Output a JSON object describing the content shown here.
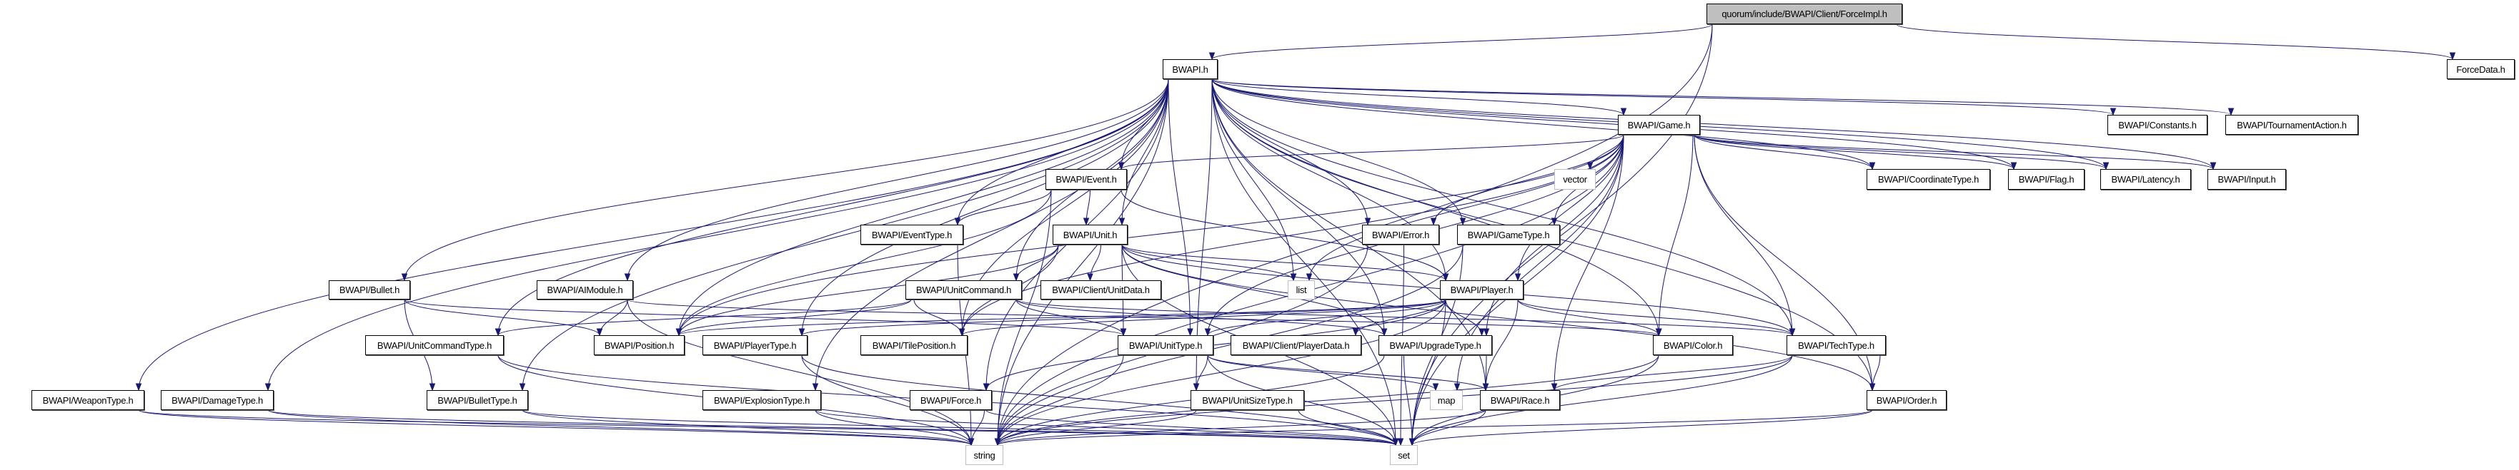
{
  "graph": {
    "edge_color": "#191970",
    "root_fill": "#bfbfbf",
    "system_border": "#bfbfbf",
    "nodes": [
      {
        "id": "ForceImpl",
        "label": "quorum/include/BWAPI/Client/ForceImpl.h",
        "kind": "root"
      },
      {
        "id": "BWAPI",
        "label": "BWAPI.h",
        "kind": "file"
      },
      {
        "id": "ForceData",
        "label": "ForceData.h",
        "kind": "file"
      },
      {
        "id": "Game",
        "label": "BWAPI/Game.h",
        "kind": "file"
      },
      {
        "id": "Constants",
        "label": "BWAPI/Constants.h",
        "kind": "file"
      },
      {
        "id": "TournamentAction",
        "label": "BWAPI/TournamentAction.h",
        "kind": "file"
      },
      {
        "id": "Event",
        "label": "BWAPI/Event.h",
        "kind": "file"
      },
      {
        "id": "vector",
        "label": "vector",
        "kind": "system"
      },
      {
        "id": "CoordinateType",
        "label": "BWAPI/CoordinateType.h",
        "kind": "file"
      },
      {
        "id": "Flag",
        "label": "BWAPI/Flag.h",
        "kind": "file"
      },
      {
        "id": "Latency",
        "label": "BWAPI/Latency.h",
        "kind": "file"
      },
      {
        "id": "Input",
        "label": "BWAPI/Input.h",
        "kind": "file"
      },
      {
        "id": "EventType",
        "label": "BWAPI/EventType.h",
        "kind": "file"
      },
      {
        "id": "Unit",
        "label": "BWAPI/Unit.h",
        "kind": "file"
      },
      {
        "id": "Error",
        "label": "BWAPI/Error.h",
        "kind": "file"
      },
      {
        "id": "GameType",
        "label": "BWAPI/GameType.h",
        "kind": "file"
      },
      {
        "id": "Bullet",
        "label": "BWAPI/Bullet.h",
        "kind": "file"
      },
      {
        "id": "AIModule",
        "label": "BWAPI/AIModule.h",
        "kind": "file"
      },
      {
        "id": "UnitCommand",
        "label": "BWAPI/UnitCommand.h",
        "kind": "file"
      },
      {
        "id": "UnitData",
        "label": "BWAPI/Client/UnitData.h",
        "kind": "file"
      },
      {
        "id": "list",
        "label": "list",
        "kind": "system"
      },
      {
        "id": "Player",
        "label": "BWAPI/Player.h",
        "kind": "file"
      },
      {
        "id": "UnitCommandType",
        "label": "BWAPI/UnitCommandType.h",
        "kind": "file"
      },
      {
        "id": "Position",
        "label": "BWAPI/Position.h",
        "kind": "file"
      },
      {
        "id": "PlayerType",
        "label": "BWAPI/PlayerType.h",
        "kind": "file"
      },
      {
        "id": "TilePosition",
        "label": "BWAPI/TilePosition.h",
        "kind": "file"
      },
      {
        "id": "UnitType",
        "label": "BWAPI/UnitType.h",
        "kind": "file"
      },
      {
        "id": "PlayerData",
        "label": "BWAPI/Client/PlayerData.h",
        "kind": "file"
      },
      {
        "id": "UpgradeType",
        "label": "BWAPI/UpgradeType.h",
        "kind": "file"
      },
      {
        "id": "Color",
        "label": "BWAPI/Color.h",
        "kind": "file"
      },
      {
        "id": "TechType",
        "label": "BWAPI/TechType.h",
        "kind": "file"
      },
      {
        "id": "WeaponType",
        "label": "BWAPI/WeaponType.h",
        "kind": "file"
      },
      {
        "id": "DamageType",
        "label": "BWAPI/DamageType.h",
        "kind": "file"
      },
      {
        "id": "BulletType",
        "label": "BWAPI/BulletType.h",
        "kind": "file"
      },
      {
        "id": "ExplosionType",
        "label": "BWAPI/ExplosionType.h",
        "kind": "file"
      },
      {
        "id": "Force",
        "label": "BWAPI/Force.h",
        "kind": "file"
      },
      {
        "id": "UnitSizeType",
        "label": "BWAPI/UnitSizeType.h",
        "kind": "file"
      },
      {
        "id": "map",
        "label": "map",
        "kind": "system"
      },
      {
        "id": "Race",
        "label": "BWAPI/Race.h",
        "kind": "file"
      },
      {
        "id": "Order",
        "label": "BWAPI/Order.h",
        "kind": "file"
      },
      {
        "id": "string",
        "label": "string",
        "kind": "system"
      },
      {
        "id": "set",
        "label": "set",
        "kind": "system"
      }
    ],
    "edges": [
      [
        "ForceImpl",
        "BWAPI"
      ],
      [
        "ForceImpl",
        "ForceData"
      ],
      [
        "ForceImpl",
        "set"
      ],
      [
        "ForceImpl",
        "string"
      ],
      [
        "BWAPI",
        "Game"
      ],
      [
        "BWAPI",
        "Event"
      ],
      [
        "BWAPI",
        "EventType"
      ],
      [
        "BWAPI",
        "Unit"
      ],
      [
        "BWAPI",
        "Error"
      ],
      [
        "BWAPI",
        "GameType"
      ],
      [
        "BWAPI",
        "Constants"
      ],
      [
        "BWAPI",
        "TournamentAction"
      ],
      [
        "BWAPI",
        "CoordinateType"
      ],
      [
        "BWAPI",
        "Flag"
      ],
      [
        "BWAPI",
        "Latency"
      ],
      [
        "BWAPI",
        "Input"
      ],
      [
        "BWAPI",
        "Bullet"
      ],
      [
        "BWAPI",
        "AIModule"
      ],
      [
        "BWAPI",
        "UnitCommand"
      ],
      [
        "BWAPI",
        "Player"
      ],
      [
        "BWAPI",
        "UnitCommandType"
      ],
      [
        "BWAPI",
        "Position"
      ],
      [
        "BWAPI",
        "PlayerType"
      ],
      [
        "BWAPI",
        "TilePosition"
      ],
      [
        "BWAPI",
        "UnitType"
      ],
      [
        "BWAPI",
        "UpgradeType"
      ],
      [
        "BWAPI",
        "Color"
      ],
      [
        "BWAPI",
        "TechType"
      ],
      [
        "BWAPI",
        "WeaponType"
      ],
      [
        "BWAPI",
        "DamageType"
      ],
      [
        "BWAPI",
        "BulletType"
      ],
      [
        "BWAPI",
        "ExplosionType"
      ],
      [
        "BWAPI",
        "Force"
      ],
      [
        "BWAPI",
        "UnitSizeType"
      ],
      [
        "BWAPI",
        "Race"
      ],
      [
        "BWAPI",
        "Order"
      ],
      [
        "BWAPI",
        "list"
      ],
      [
        "BWAPI",
        "set"
      ],
      [
        "BWAPI",
        "string"
      ],
      [
        "Game",
        "Event"
      ],
      [
        "Game",
        "vector"
      ],
      [
        "Game",
        "list"
      ],
      [
        "Game",
        "map"
      ],
      [
        "Game",
        "set"
      ],
      [
        "Game",
        "string"
      ],
      [
        "Game",
        "Error"
      ],
      [
        "Game",
        "GameType"
      ],
      [
        "Game",
        "CoordinateType"
      ],
      [
        "Game",
        "Flag"
      ],
      [
        "Game",
        "Latency"
      ],
      [
        "Game",
        "Input"
      ],
      [
        "Game",
        "Color"
      ],
      [
        "Game",
        "TechType"
      ],
      [
        "Game",
        "Order"
      ],
      [
        "Game",
        "Race"
      ],
      [
        "Game",
        "UpgradeType"
      ],
      [
        "Game",
        "UnitType"
      ],
      [
        "Game",
        "Position"
      ],
      [
        "Game",
        "TilePosition"
      ],
      [
        "Game",
        "Player"
      ],
      [
        "Event",
        "EventType"
      ],
      [
        "Event",
        "Unit"
      ],
      [
        "Event",
        "Position"
      ],
      [
        "Event",
        "Player"
      ],
      [
        "Event",
        "string"
      ],
      [
        "Unit",
        "UnitCommand"
      ],
      [
        "Unit",
        "UnitData"
      ],
      [
        "Unit",
        "list"
      ],
      [
        "Unit",
        "TilePosition"
      ],
      [
        "Unit",
        "Position"
      ],
      [
        "Unit",
        "UnitType"
      ],
      [
        "Unit",
        "UpgradeType"
      ],
      [
        "Unit",
        "TechType"
      ],
      [
        "Unit",
        "Order"
      ],
      [
        "Unit",
        "Player"
      ],
      [
        "Unit",
        "set"
      ],
      [
        "UnitCommand",
        "UnitCommandType"
      ],
      [
        "UnitCommand",
        "Position"
      ],
      [
        "UnitCommand",
        "TilePosition"
      ],
      [
        "UnitCommand",
        "UnitType"
      ],
      [
        "UnitCommand",
        "TechType"
      ],
      [
        "UnitCommand",
        "UpgradeType"
      ],
      [
        "Player",
        "set"
      ],
      [
        "Player",
        "string"
      ],
      [
        "Player",
        "Position"
      ],
      [
        "Player",
        "TilePosition"
      ],
      [
        "Player",
        "PlayerType"
      ],
      [
        "Player",
        "UnitType"
      ],
      [
        "Player",
        "UpgradeType"
      ],
      [
        "Player",
        "TechType"
      ],
      [
        "Player",
        "Race"
      ],
      [
        "Player",
        "Color"
      ],
      [
        "Player",
        "PlayerData"
      ],
      [
        "Player",
        "Force"
      ],
      [
        "Bullet",
        "Position"
      ],
      [
        "Bullet",
        "BulletType"
      ],
      [
        "Bullet",
        "UnitType"
      ],
      [
        "AIModule",
        "Position"
      ],
      [
        "AIModule",
        "string"
      ],
      [
        "AIModule",
        "Color"
      ],
      [
        "Error",
        "string"
      ],
      [
        "Error",
        "set"
      ],
      [
        "GameType",
        "string"
      ],
      [
        "GameType",
        "set"
      ],
      [
        "EventType",
        "string"
      ],
      [
        "UnitCommandType",
        "string"
      ],
      [
        "UnitCommandType",
        "set"
      ],
      [
        "PlayerType",
        "string"
      ],
      [
        "PlayerType",
        "set"
      ],
      [
        "UnitType",
        "UnitSizeType"
      ],
      [
        "UnitType",
        "Race"
      ],
      [
        "UnitType",
        "map"
      ],
      [
        "UnitType",
        "string"
      ],
      [
        "UnitType",
        "set"
      ],
      [
        "UpgradeType",
        "Race"
      ],
      [
        "UpgradeType",
        "string"
      ],
      [
        "UpgradeType",
        "set"
      ],
      [
        "TechType",
        "Race"
      ],
      [
        "TechType",
        "Order"
      ],
      [
        "TechType",
        "string"
      ],
      [
        "TechType",
        "set"
      ],
      [
        "Color",
        "string"
      ],
      [
        "Color",
        "set"
      ],
      [
        "Race",
        "string"
      ],
      [
        "Race",
        "set"
      ],
      [
        "Order",
        "string"
      ],
      [
        "Order",
        "set"
      ],
      [
        "WeaponType",
        "string"
      ],
      [
        "WeaponType",
        "set"
      ],
      [
        "DamageType",
        "string"
      ],
      [
        "DamageType",
        "set"
      ],
      [
        "BulletType",
        "string"
      ],
      [
        "BulletType",
        "set"
      ],
      [
        "ExplosionType",
        "string"
      ],
      [
        "ExplosionType",
        "set"
      ],
      [
        "Force",
        "string"
      ],
      [
        "Force",
        "set"
      ],
      [
        "UnitSizeType",
        "string"
      ],
      [
        "UnitSizeType",
        "set"
      ]
    ]
  }
}
